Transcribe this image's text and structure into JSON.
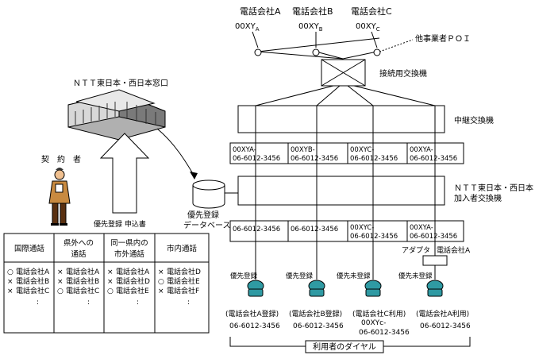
{
  "carriers": [
    {
      "name": "電話会社A",
      "code": "00XY",
      "sub": "A"
    },
    {
      "name": "電話会社B",
      "code": "00XY",
      "sub": "B"
    },
    {
      "name": "電話会社C",
      "code": "00XY",
      "sub": "C"
    }
  ],
  "labels": {
    "poi": "他事業者ＰＯＩ",
    "gateway": "接続用交換機",
    "transit": "中継交換機",
    "ntt_window": "ＮＴＴ東日本・西日本窓口",
    "subscriber_l1": "ＮＴＴ東日本・西日本",
    "subscriber_l2": "加入者交換機",
    "contractor": "契　約　者",
    "application": "優先登録 申込書",
    "db_l1": "優先登録",
    "db_l2": "データベース",
    "adapter": "アダプタ",
    "adapter_carrier": "電話会社A",
    "dial_title": "利用者のダイヤル"
  },
  "transit_cells": [
    {
      "l1": "00XYA-",
      "l2": "06-6012-3456"
    },
    {
      "l1": "00XYB-",
      "l2": "06-6012-3456"
    },
    {
      "l1": "00XYC-",
      "l2": "06-6012-3456"
    },
    {
      "l1": "00XYA-",
      "l2": "06-6012-3456"
    }
  ],
  "local_cells": [
    {
      "l1": "06-6012-3456",
      "l2": ""
    },
    {
      "l1": "06-6012-3456",
      "l2": ""
    },
    {
      "l1": "00XYC-",
      "l2": "06-6012-3456"
    },
    {
      "l1": "00XYA-",
      "l2": "06-6012-3456"
    }
  ],
  "phones": [
    {
      "status": "優先登録",
      "caption": "(電話会社A登録)",
      "d1": "06-6012-3456",
      "d2": ""
    },
    {
      "status": "優先登録",
      "caption": "(電話会社B登録)",
      "d1": "06-6012-3456",
      "d2": ""
    },
    {
      "status": "優先未登録",
      "caption": "(電話会社C利用)",
      "d1": "00XYc-",
      "d2": "06-6012-3456"
    },
    {
      "status": "優先未登録",
      "caption": "(電話会社A利用)",
      "d1": "06-6012-3456",
      "d2": ""
    }
  ],
  "form_columns": [
    {
      "header_l1": "国際通話",
      "header_l2": "",
      "rows": [
        {
          "mark": "○",
          "text": "電話会社A"
        },
        {
          "mark": "×",
          "text": "電話会社B"
        },
        {
          "mark": "×",
          "text": "電話会社C"
        }
      ]
    },
    {
      "header_l1": "県外への",
      "header_l2": "通話",
      "rows": [
        {
          "mark": "×",
          "text": "電話会社A"
        },
        {
          "mark": "×",
          "text": "電話会社B"
        },
        {
          "mark": "○",
          "text": "電話会社C"
        }
      ]
    },
    {
      "header_l1": "同一県内の",
      "header_l2": "市外通話",
      "rows": [
        {
          "mark": "×",
          "text": "電話会社A"
        },
        {
          "mark": "×",
          "text": "電話会社D"
        },
        {
          "mark": "○",
          "text": "電話会社E"
        }
      ]
    },
    {
      "header_l1": "市内通話",
      "header_l2": "",
      "rows": [
        {
          "mark": "×",
          "text": "電話会社D"
        },
        {
          "mark": "○",
          "text": "電話会社E"
        },
        {
          "mark": "×",
          "text": "電話会社F"
        }
      ]
    }
  ],
  "ellipsis": ":"
}
